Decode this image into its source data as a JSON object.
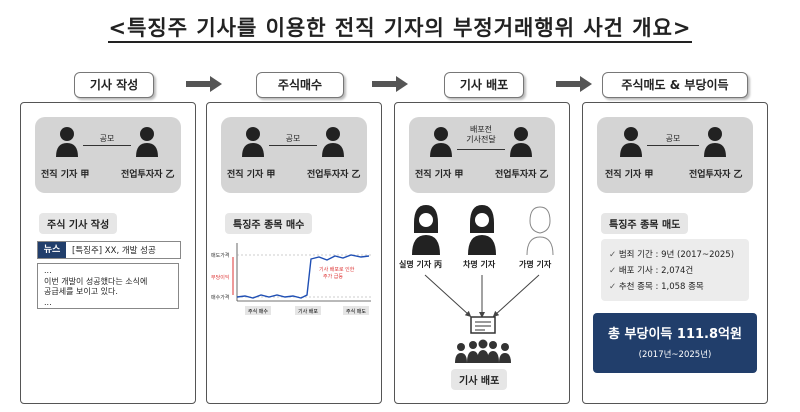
{
  "title": "<특징주 기사를 이용한 전직 기자의 부정거래행위 사건 개요>",
  "steps": [
    "기사 작성",
    "주식매수",
    "기사 배포",
    "주식매도 & 부당이득"
  ],
  "parties": {
    "journalist": "전직 기자 甲",
    "investor": "전업투자자 乙",
    "conspiracy": "공모",
    "pre_distribution_l1": "배포전",
    "pre_distribution_l2": "기사전달"
  },
  "panel1": {
    "section": "주식 기사 작성",
    "news_tag": "뉴스",
    "headline": "[특징주] XX, 개발 성공",
    "body_l1": "...",
    "body_l2": "이번 개발이 성공했다는 소식에",
    "body_l3": "공급세를 보이고 있다.",
    "body_l4": "..."
  },
  "panel2": {
    "section": "특징주 종목 매수",
    "y_high": "매도가격",
    "y_mid": "부당이익",
    "y_low": "매수가격",
    "annotation_l1": "기사 배포로 인한",
    "annotation_l2": "주가 급등",
    "x_labels": [
      "주식 매수",
      "기사 배포",
      "주식 매도"
    ]
  },
  "panel3": {
    "reporters": [
      "실명 기자 丙",
      "차명 기자",
      "가명 기자"
    ],
    "bottom_label": "기사 배포"
  },
  "panel4": {
    "section": "특징주 종목 매도",
    "facts": [
      "범죄 기간 : 9년 (2017~2025)",
      "배포 기사 : 2,074건",
      "추천 종목 : 1,058 종목"
    ],
    "total_label": "총 부당이득 111.8억원",
    "total_period": "(2017년~2025년)"
  },
  "colors": {
    "navy": "#213e6b",
    "blue": "#1f4fb4",
    "red": "#d33",
    "grey": "#d4d4d4"
  }
}
